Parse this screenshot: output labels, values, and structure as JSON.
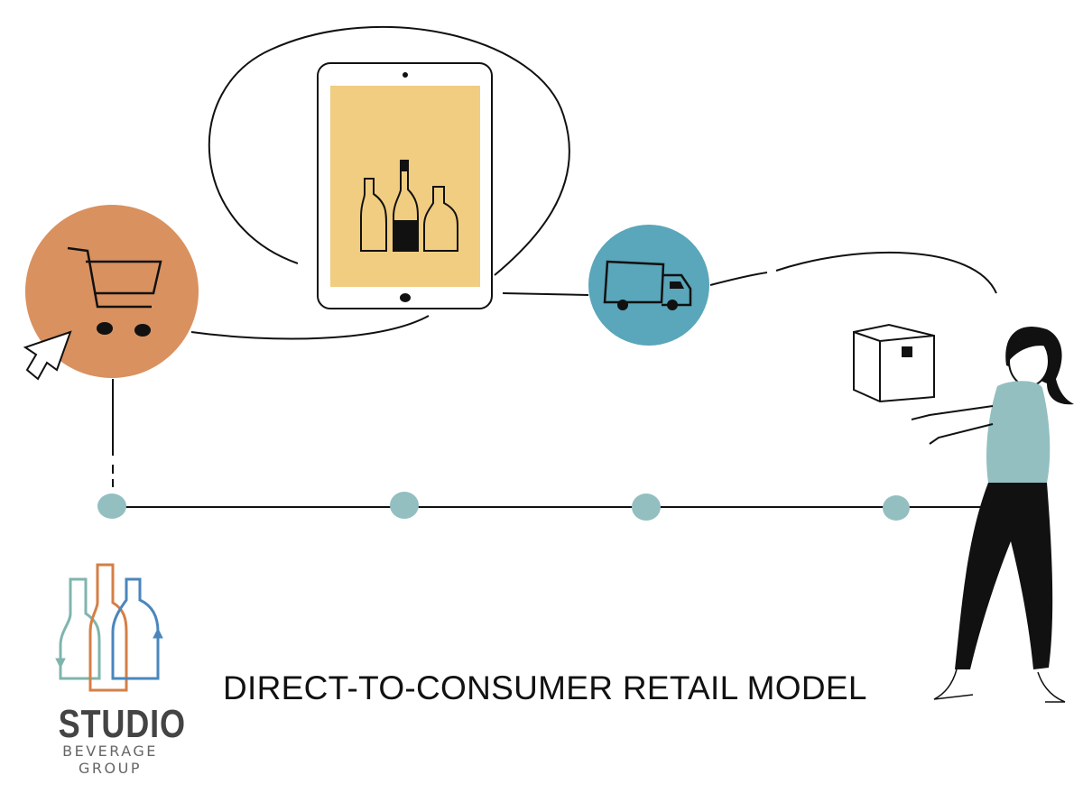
{
  "title": "DIRECT-TO-CONSUMER RETAIL MODEL",
  "logo": {
    "line1": "STUDIO",
    "line2": "BEVERAGE",
    "line3": "GROUP"
  },
  "colors": {
    "cart_circle": "#D9915F",
    "truck_circle": "#5AA6BA",
    "tablet_screen": "#F1CD81",
    "timeline_dot": "#93BFC0",
    "logo_teal": "#7FB5AE",
    "logo_orange": "#D57F45",
    "logo_blue": "#4A86BE"
  },
  "steps": [
    "shopping-cart",
    "tablet-store",
    "delivery-truck",
    "customer-receives-package"
  ]
}
